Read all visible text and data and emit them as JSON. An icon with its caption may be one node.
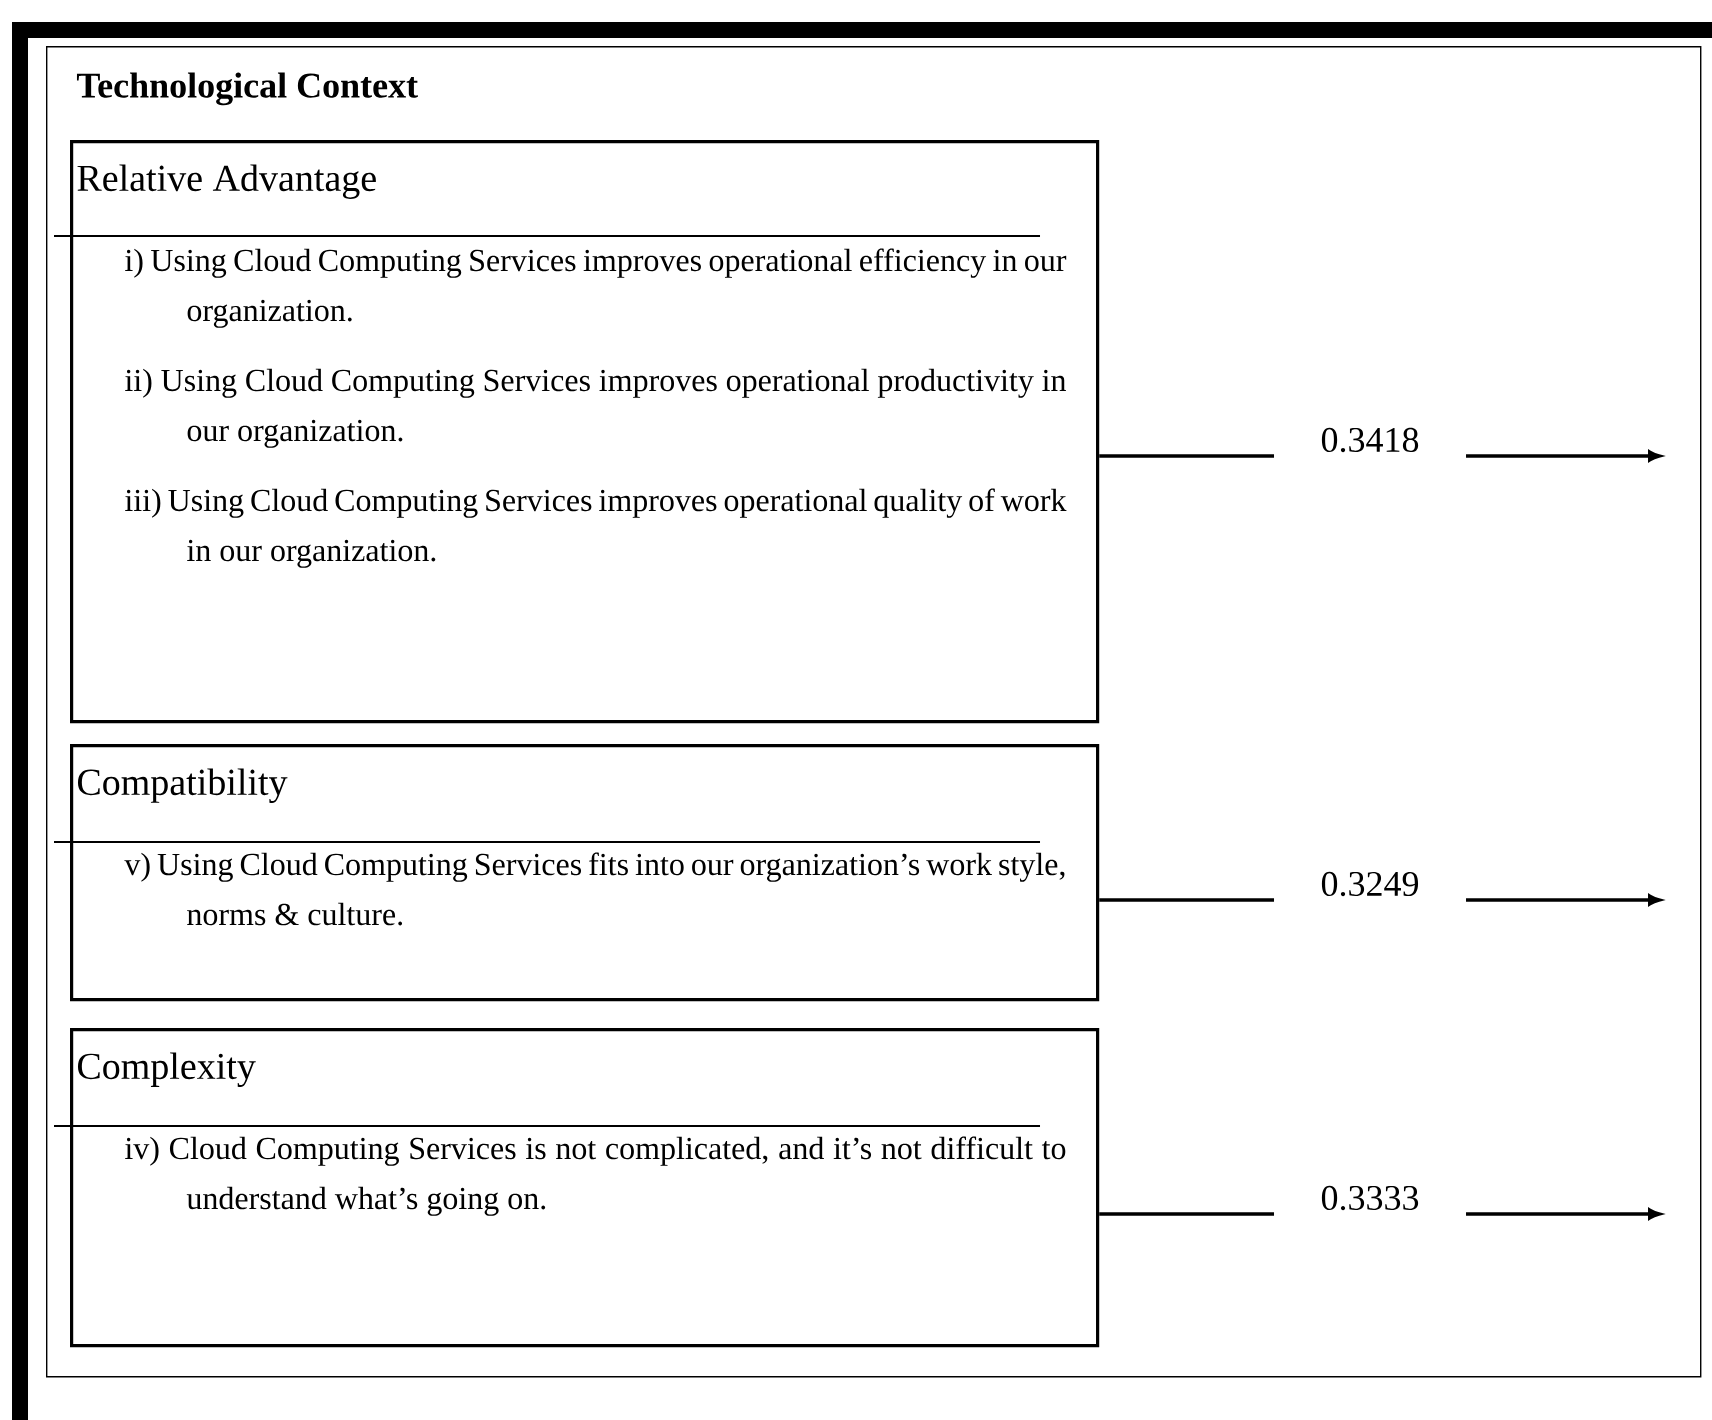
{
  "diagram": {
    "nodes": [
      {
        "text": [
          "Technological Context"
        ]
      },
      {
        "text": [
          "Relative Advantage",
          "i) Using Cloud Computing Services improves operational efficiency in our organization.",
          "ii) Using Cloud Computing Services improves operational productivity in our organization.",
          "iii) Using Cloud Computing Services improves operational quality of work in our organization."
        ],
        "in": 0
      },
      {
        "text": [
          "Compatibility",
          "v) Using Cloud Computing Services fits into our organization’s work style, norms & culture."
        ],
        "in": 0
      },
      {
        "text": [
          "Complexity",
          "iv) Cloud Computing Services is not complicated, and it’s not difficult to understand what’s going on."
        ],
        "in": 0
      }
    ],
    "edges": [
      {
        "from": 1,
        "to": null,
        "arrow": "to",
        "label": "0.3418"
      },
      {
        "from": 2,
        "to": null,
        "arrow": "to",
        "label": "0.3249"
      },
      {
        "from": 3,
        "to": null,
        "arrow": "to",
        "label": "0.3333"
      }
    ]
  }
}
